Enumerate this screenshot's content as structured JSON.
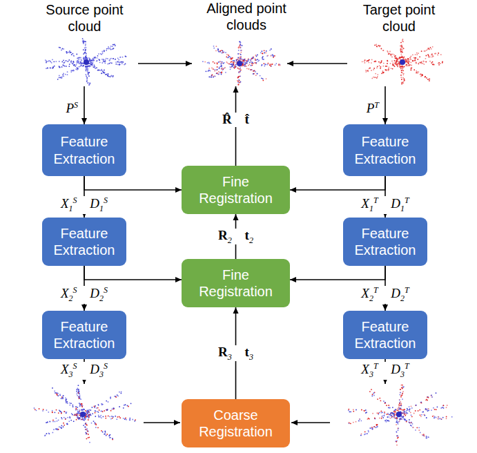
{
  "diagram": {
    "nodes": [
      {
        "text": [
          "Source point cloud"
        ]
      },
      {
        "text": [
          "Aligned point clouds"
        ]
      },
      {
        "text": [
          "Target point cloud"
        ]
      },
      {
        "text": [
          "Feature Extraction"
        ]
      },
      {
        "text": [
          "Fine Registration"
        ]
      },
      {
        "text": [
          "Feature Extraction"
        ]
      },
      {
        "text": [
          "Feature Extraction"
        ]
      },
      {
        "text": [
          "Fine Registration"
        ]
      },
      {
        "text": [
          "Feature Extraction"
        ]
      },
      {
        "text": [
          "Feature Extraction"
        ]
      },
      {
        "text": [
          "Feature Extraction"
        ]
      },
      {
        "text": [
          "Coarse Registration"
        ]
      }
    ],
    "edges": [
      {
        "from": 0,
        "to": 1,
        "arrow": "to"
      },
      {
        "from": 2,
        "to": 1,
        "arrow": "to"
      },
      {
        "from": 0,
        "to": 3,
        "arrow": "to",
        "label": "PS"
      },
      {
        "from": 2,
        "to": 5,
        "arrow": "to",
        "label": "PT"
      },
      {
        "from": 3,
        "to": 4,
        "arrow": "to"
      },
      {
        "from": 5,
        "to": 4,
        "arrow": "to"
      },
      {
        "from": 3,
        "to": 6,
        "arrow": "to",
        "label": "X1S D1S"
      },
      {
        "from": 5,
        "to": 8,
        "arrow": "to",
        "label": "X1T D1T"
      },
      {
        "from": 6,
        "to": 7,
        "arrow": "to"
      },
      {
        "from": 8,
        "to": 7,
        "arrow": "to"
      },
      {
        "from": 6,
        "to": 9,
        "arrow": "to",
        "label": "X2S D2S"
      },
      {
        "from": 8,
        "to": 10,
        "arrow": "to",
        "label": "X2T D2T"
      },
      {
        "from": 11,
        "to": 7,
        "arrow": "to",
        "label": "R3 t3"
      },
      {
        "from": 7,
        "to": 4,
        "arrow": "to",
        "label": "R2 t2"
      },
      {
        "from": 4,
        "to": 1,
        "arrow": "to",
        "label": "R̂ t̂"
      }
    ],
    "labels": [
      "X3S D3S",
      "X3T D3T"
    ]
  }
}
